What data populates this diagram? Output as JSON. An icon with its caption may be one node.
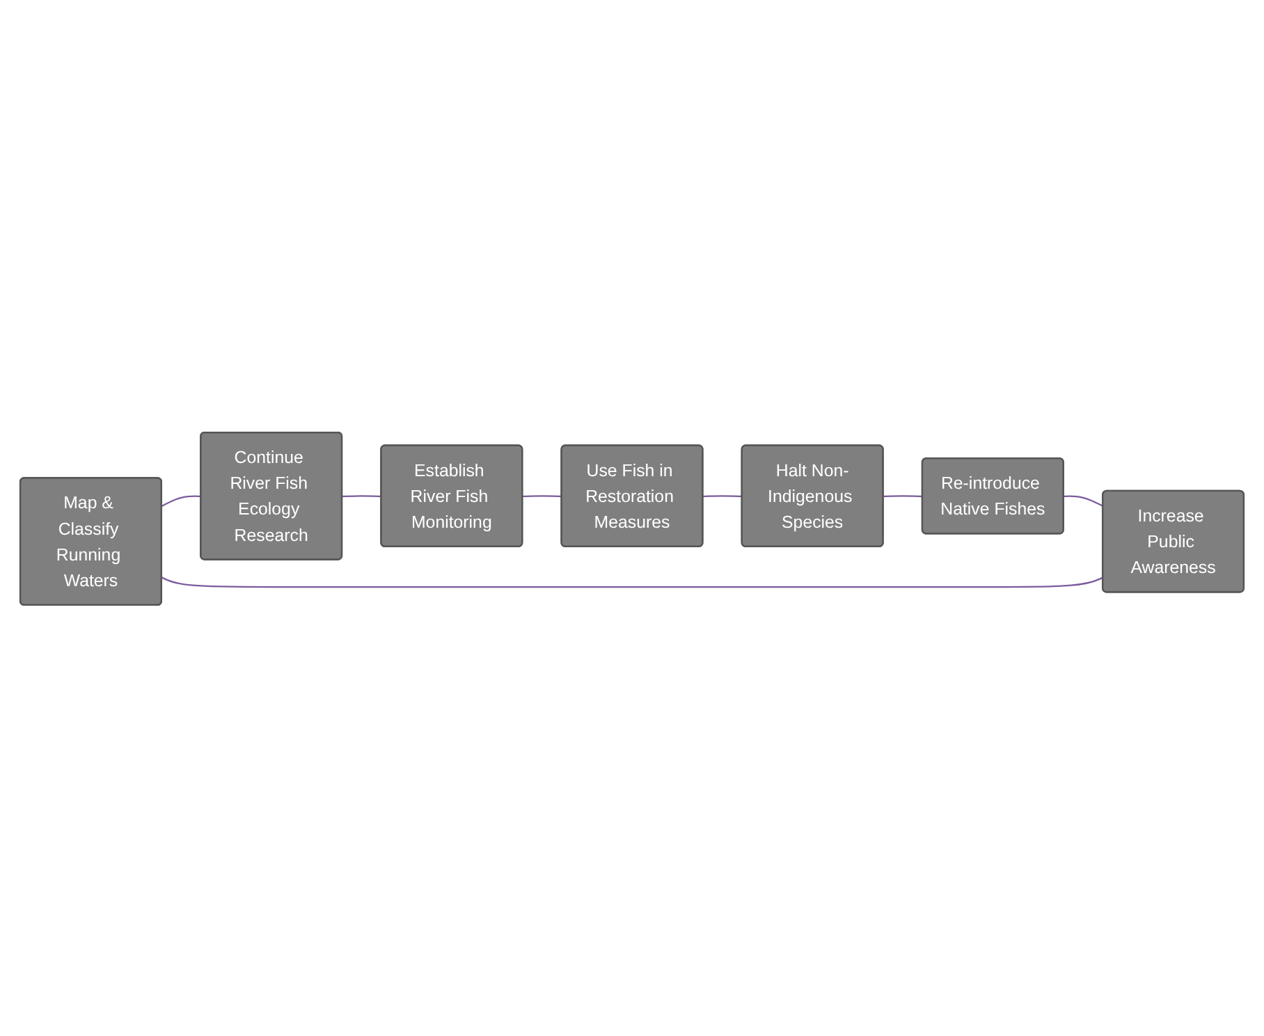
{
  "diagram": {
    "nodes": [
      {
        "text": [
          "Map & Classify Running Waters"
        ]
      },
      {
        "text": [
          "Continue River Fish Ecology Research"
        ]
      },
      {
        "text": [
          "Establish River Fish Monitoring"
        ]
      },
      {
        "text": [
          "Use Fish in Restoration Measures"
        ]
      },
      {
        "text": [
          "Halt Non-Indigenous Species"
        ]
      },
      {
        "text": [
          "Re-introduce Native Fishes"
        ]
      },
      {
        "text": [
          "Increase Public Awareness"
        ]
      }
    ],
    "edges": [
      {
        "from": 0,
        "to": 1,
        "arrow": "none"
      },
      {
        "from": 1,
        "to": 2,
        "arrow": "none"
      },
      {
        "from": 2,
        "to": 3,
        "arrow": "none"
      },
      {
        "from": 3,
        "to": 4,
        "arrow": "none"
      },
      {
        "from": 4,
        "to": 5,
        "arrow": "none"
      },
      {
        "from": 5,
        "to": 6,
        "arrow": "none"
      },
      {
        "from": 6,
        "to": 0,
        "arrow": "none"
      }
    ]
  }
}
